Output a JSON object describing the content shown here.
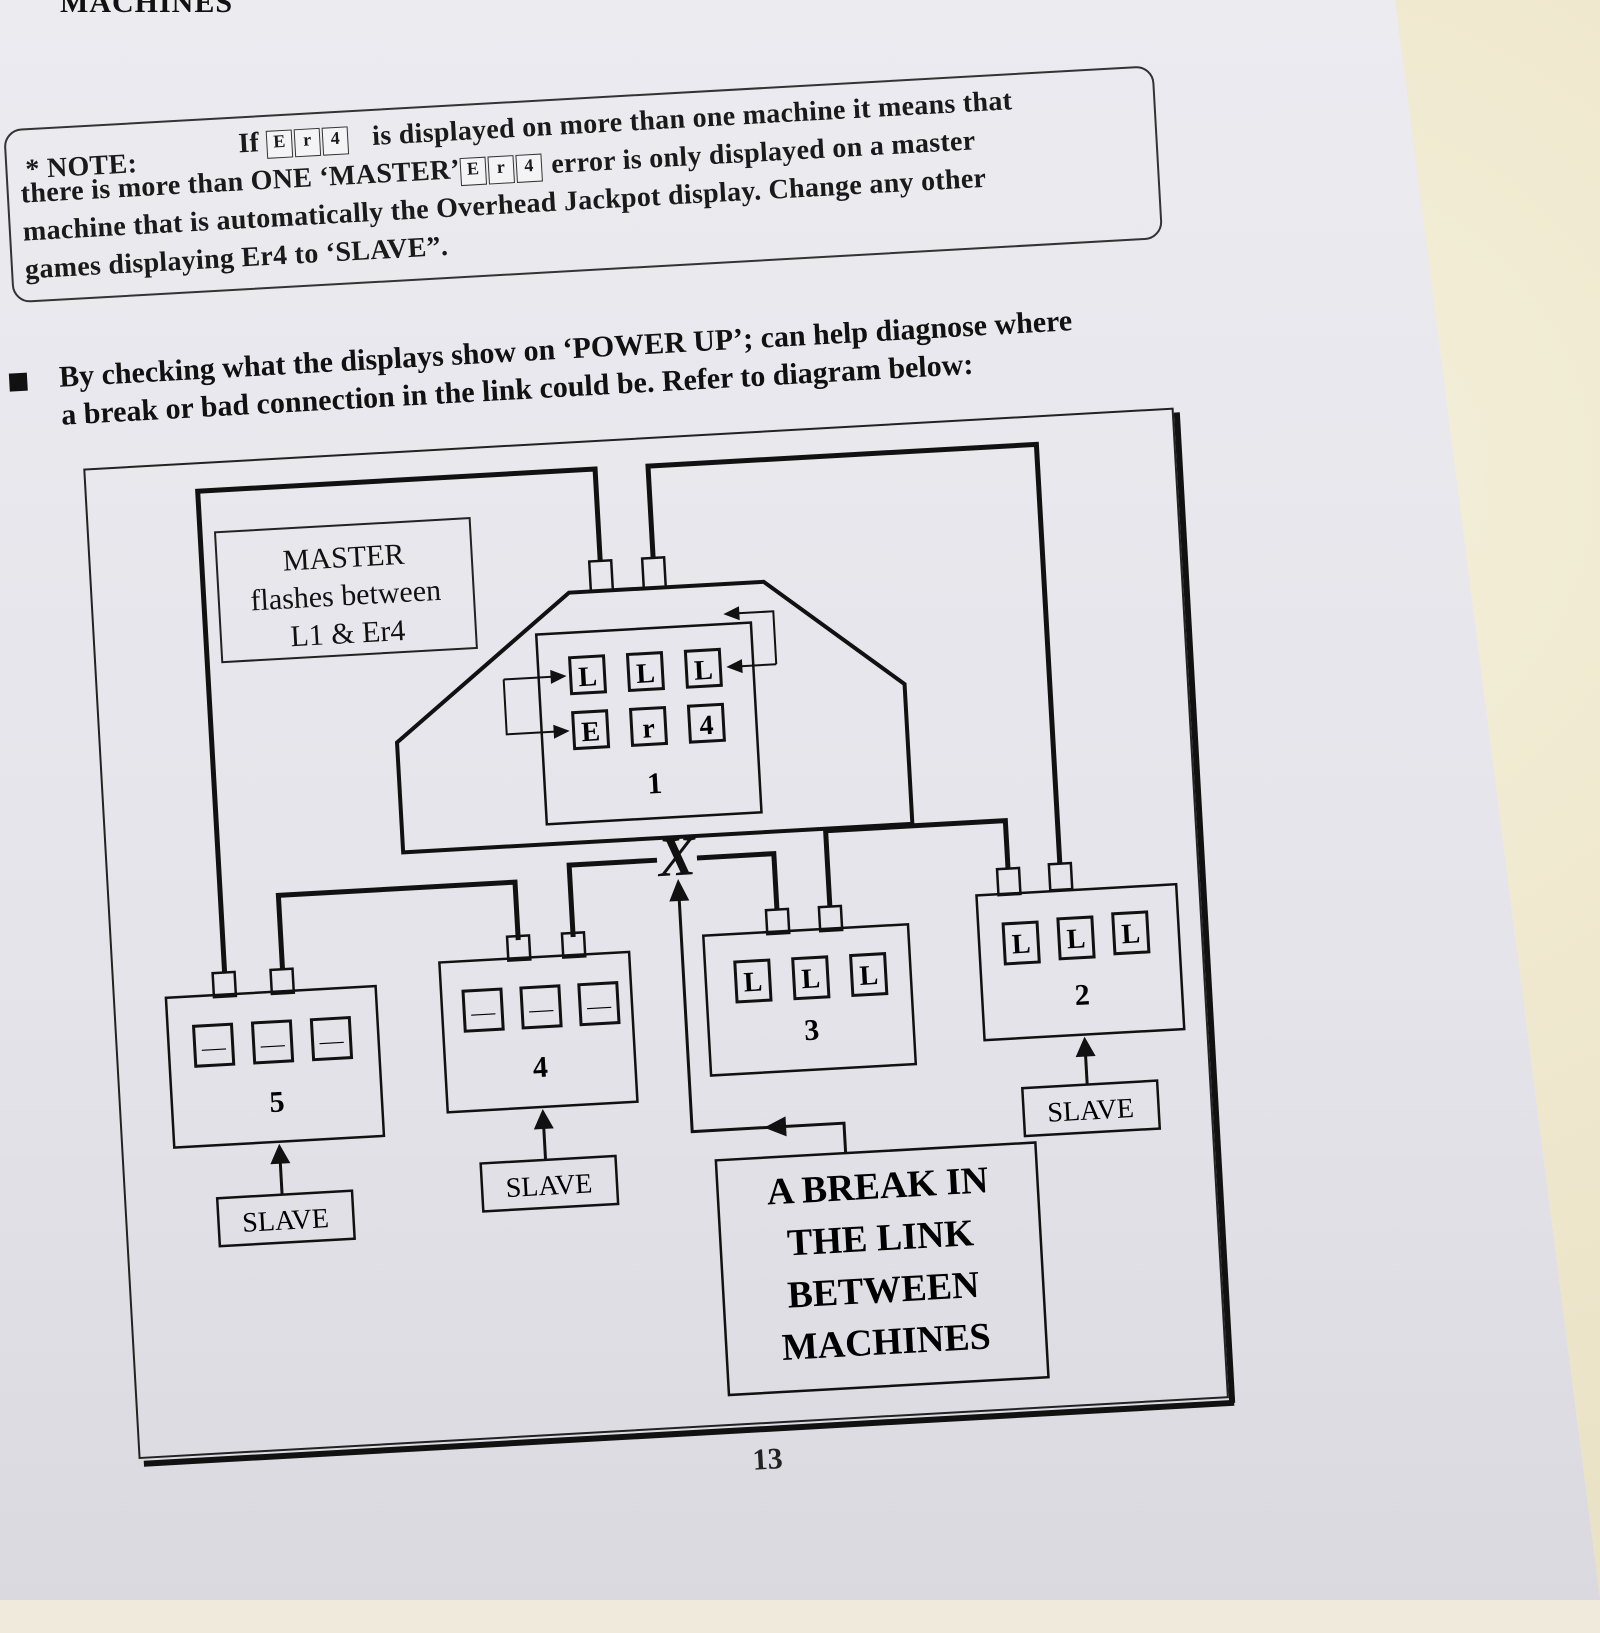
{
  "header": {
    "title": "MACHINES"
  },
  "note": {
    "label": "* NOTE:",
    "line1_a": "If",
    "line1_b": "is displayed on more than one machine it means that",
    "line2_a": "there is more than ONE ‘MASTER’",
    "line2_b": "error is only displayed on a master",
    "line3": "machine that is automatically the Overhead Jackpot display. Change any other",
    "line4": "games displaying Er4 to ‘SLAVE”.",
    "code": [
      "E",
      "r",
      "4"
    ]
  },
  "body": {
    "line1": "By checking what the displays show on ‘POWER UP’; can help diagnose where",
    "line2": "a break or bad connection in the link could be. Refer to diagram below:"
  },
  "diagram": {
    "master_note": [
      "MASTER",
      "flashes between",
      "L1 & Er4"
    ],
    "overhead": {
      "number": "1",
      "row1": [
        "L",
        "L",
        "L"
      ],
      "row2": [
        "E",
        "r",
        "4"
      ]
    },
    "break_mark": "X",
    "machines": [
      {
        "id": "5",
        "digits": [
          "—",
          "—",
          "—"
        ],
        "role": "SLAVE"
      },
      {
        "id": "4",
        "digits": [
          "—",
          "—",
          "—"
        ],
        "role": "SLAVE"
      },
      {
        "id": "3",
        "digits": [
          "L",
          "L",
          "L"
        ]
      },
      {
        "id": "2",
        "digits": [
          "L",
          "L",
          "L"
        ],
        "role": "SLAVE"
      }
    ],
    "break_label": [
      "A BREAK IN",
      "THE LINK",
      "BETWEEN",
      "MACHINES"
    ]
  },
  "page_number": "13"
}
